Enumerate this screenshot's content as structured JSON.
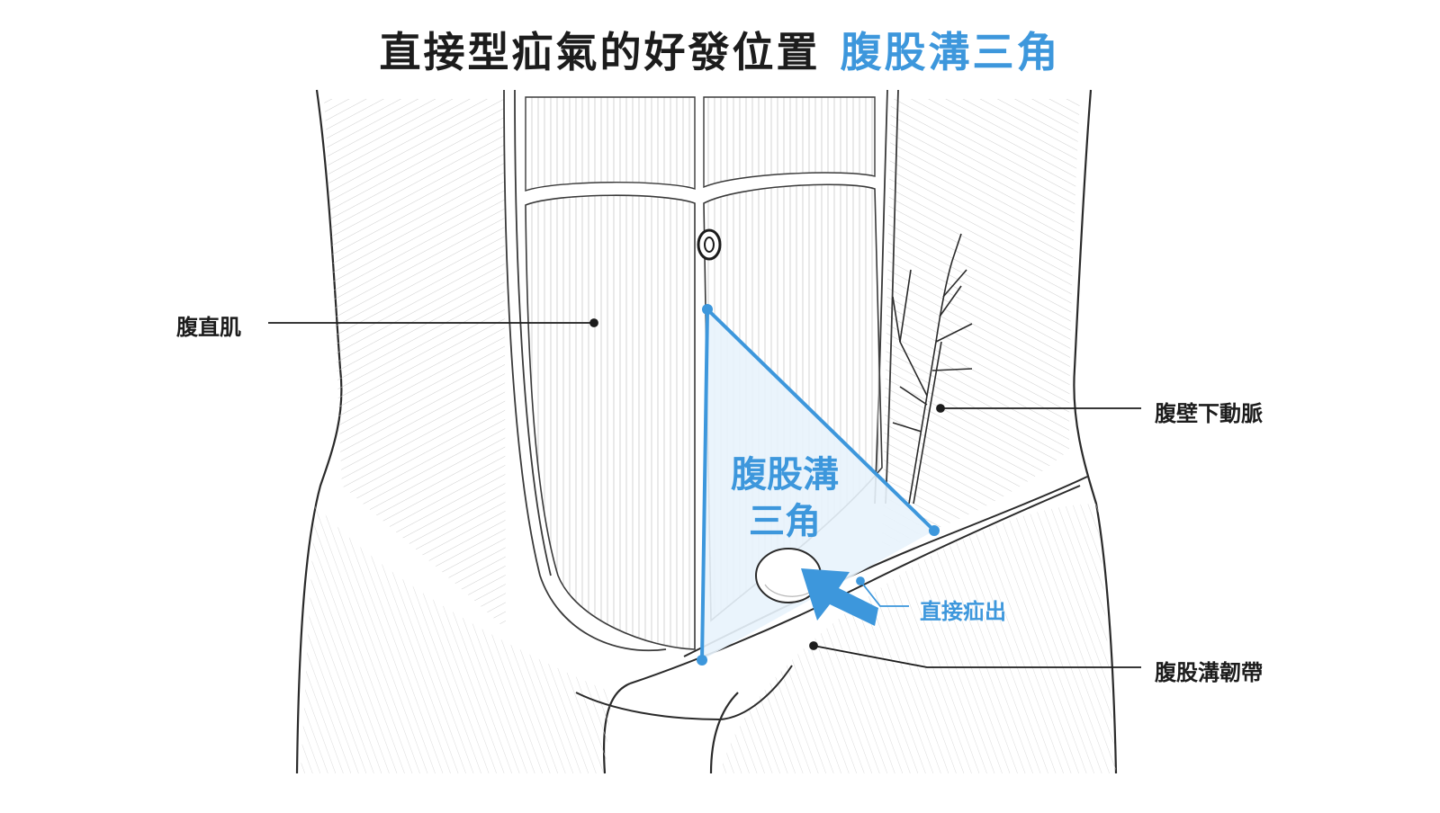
{
  "title": {
    "main": "直接型疝氣的好發位置",
    "accent": "腹股溝三角"
  },
  "labels": {
    "rectus_abdominis": "腹直肌",
    "inferior_epigastric_artery": "腹壁下動脈",
    "inguinal_ligament": "腹股溝韌帶",
    "direct_hernia": "直接疝出"
  },
  "triangle_label": {
    "line1": "腹股溝",
    "line2": "三角"
  },
  "colors": {
    "accent": "#3d97dc",
    "ink": "#1c1c1c",
    "triangle_fill": "#e8f3fc"
  }
}
